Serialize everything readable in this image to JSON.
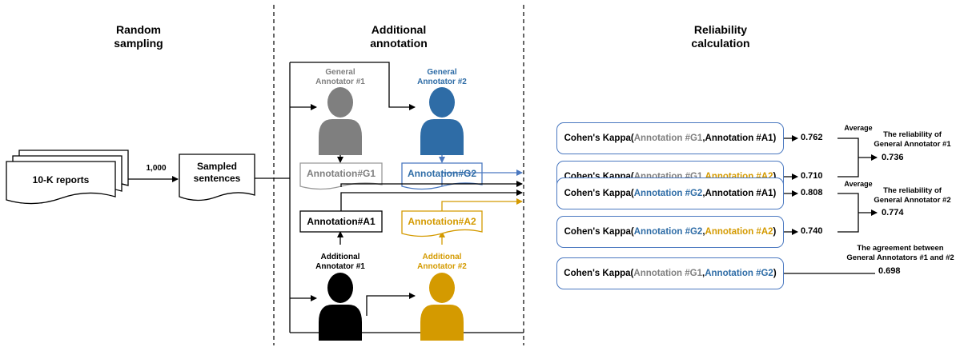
{
  "headers": {
    "random_sampling": "Random\nsampling",
    "additional_annotation": "Additional\nannotation",
    "reliability_calculation": "Reliability\ncalculation"
  },
  "source": {
    "label": "10-K reports"
  },
  "arrow_label": "1,000",
  "sampled": {
    "label": "Sampled\nsentences"
  },
  "annotators": {
    "g1": {
      "label": "General\nAnnotator #1",
      "output": "Annotation#G1",
      "color": "#7f7f7f"
    },
    "g2": {
      "label": "General\nAnnotator #2",
      "output": "Annotation#G2",
      "color": "#2e6ca6"
    },
    "a1": {
      "label": "Additional\nAnnotator #1",
      "output": "Annotation#A1",
      "color": "#000000"
    },
    "a2": {
      "label": "Additional\nAnnotator #2",
      "output": "Annotation#A2",
      "color": "#d49a00"
    }
  },
  "kappa": {
    "prefix": "Cohen's Kappa",
    "rows": [
      {
        "first": "Annotation #G1",
        "first_color": "#7f7f7f",
        "second": "Annotation #A1",
        "second_color": "#000000",
        "value": "0.762"
      },
      {
        "first": "Annotation #G1",
        "first_color": "#7f7f7f",
        "second": "Annotation #A2",
        "second_color": "#d49a00",
        "value": "0.710"
      },
      {
        "first": "Annotation #G2",
        "first_color": "#2e6ca6",
        "second": "Annotation #A1",
        "second_color": "#000000",
        "value": "0.808"
      },
      {
        "first": "Annotation #G2",
        "first_color": "#2e6ca6",
        "second": "Annotation #A2",
        "second_color": "#d49a00",
        "value": "0.740"
      },
      {
        "first": "Annotation #G1",
        "first_color": "#7f7f7f",
        "second": "Annotation #G2",
        "second_color": "#2e6ca6",
        "value": ""
      }
    ]
  },
  "results": {
    "average_label": "Average",
    "g1": {
      "title": "The reliability of\nGeneral Annotator #1",
      "value": "0.736"
    },
    "g2": {
      "title": "The reliability of\nGeneral Annotator #2",
      "value": "0.774"
    },
    "agreement": {
      "title": "The agreement between\nGeneral Annotators #1 and #2",
      "value": "0.698"
    }
  }
}
